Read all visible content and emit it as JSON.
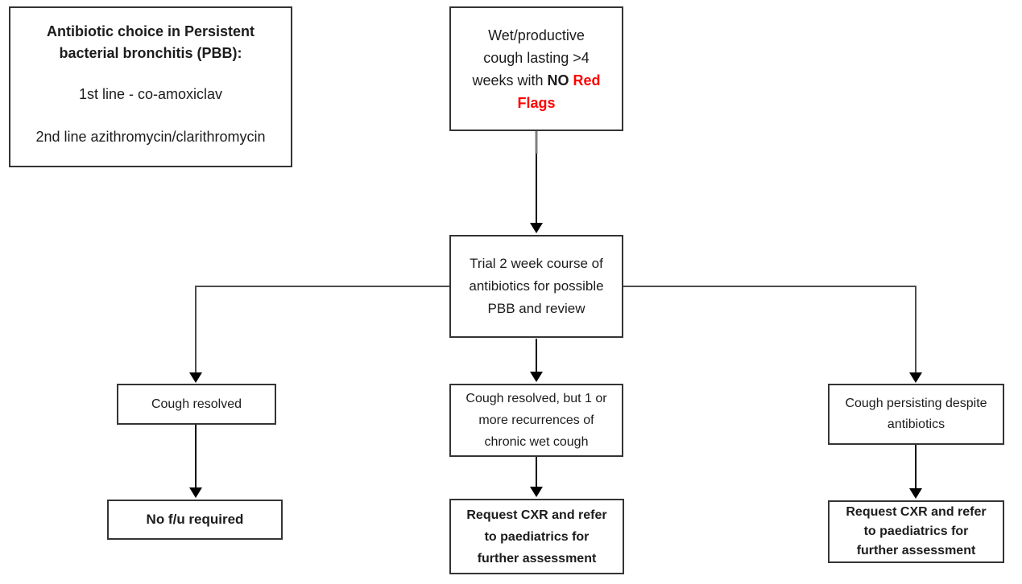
{
  "title": "Persistent bacterial bronchitis (PBB) cough pathway flowchart",
  "colors": {
    "red": "#ff0000",
    "box_border": "#343434",
    "connector_gray": "#4d4d4d",
    "connector_stub_gray": "#808080",
    "arrow_black": "#000000"
  },
  "boxes": {
    "info": {
      "title_line1": "Antibiotic choice in Persistent",
      "title_line2": "bacterial bronchitis (PBB):",
      "line1": "1st line - co-amoxiclav",
      "line2": "2nd line azithromycin/clarithromycin"
    },
    "presenting": {
      "line1": "Wet/productive",
      "line2": "cough lasting >4",
      "line3_prefix": "weeks with",
      "line3_no": "NO",
      "line3_red": "Red",
      "line4_red": "Flags"
    },
    "trial": {
      "line1": "Trial 2 week course of",
      "line2": "antibiotics for possible",
      "line3": "PBB and review"
    },
    "resolved": {
      "line1": "Cough resolved"
    },
    "recurrence": {
      "line1": "Cough resolved, but 1 or",
      "line2": "more recurrences of",
      "line3": "chronic wet cough"
    },
    "persisting": {
      "line1": "Cough persisting despite",
      "line2": "antibiotics"
    },
    "no_followup": {
      "line1": "No f/u required"
    },
    "cxr_center": {
      "line1": "Request CXR and refer",
      "line2": "to paediatrics for",
      "line3": "further assessment"
    },
    "cxr_right": {
      "line1": "Request CXR and refer",
      "line2": "to paediatrics for",
      "line3": "further assessment"
    }
  }
}
